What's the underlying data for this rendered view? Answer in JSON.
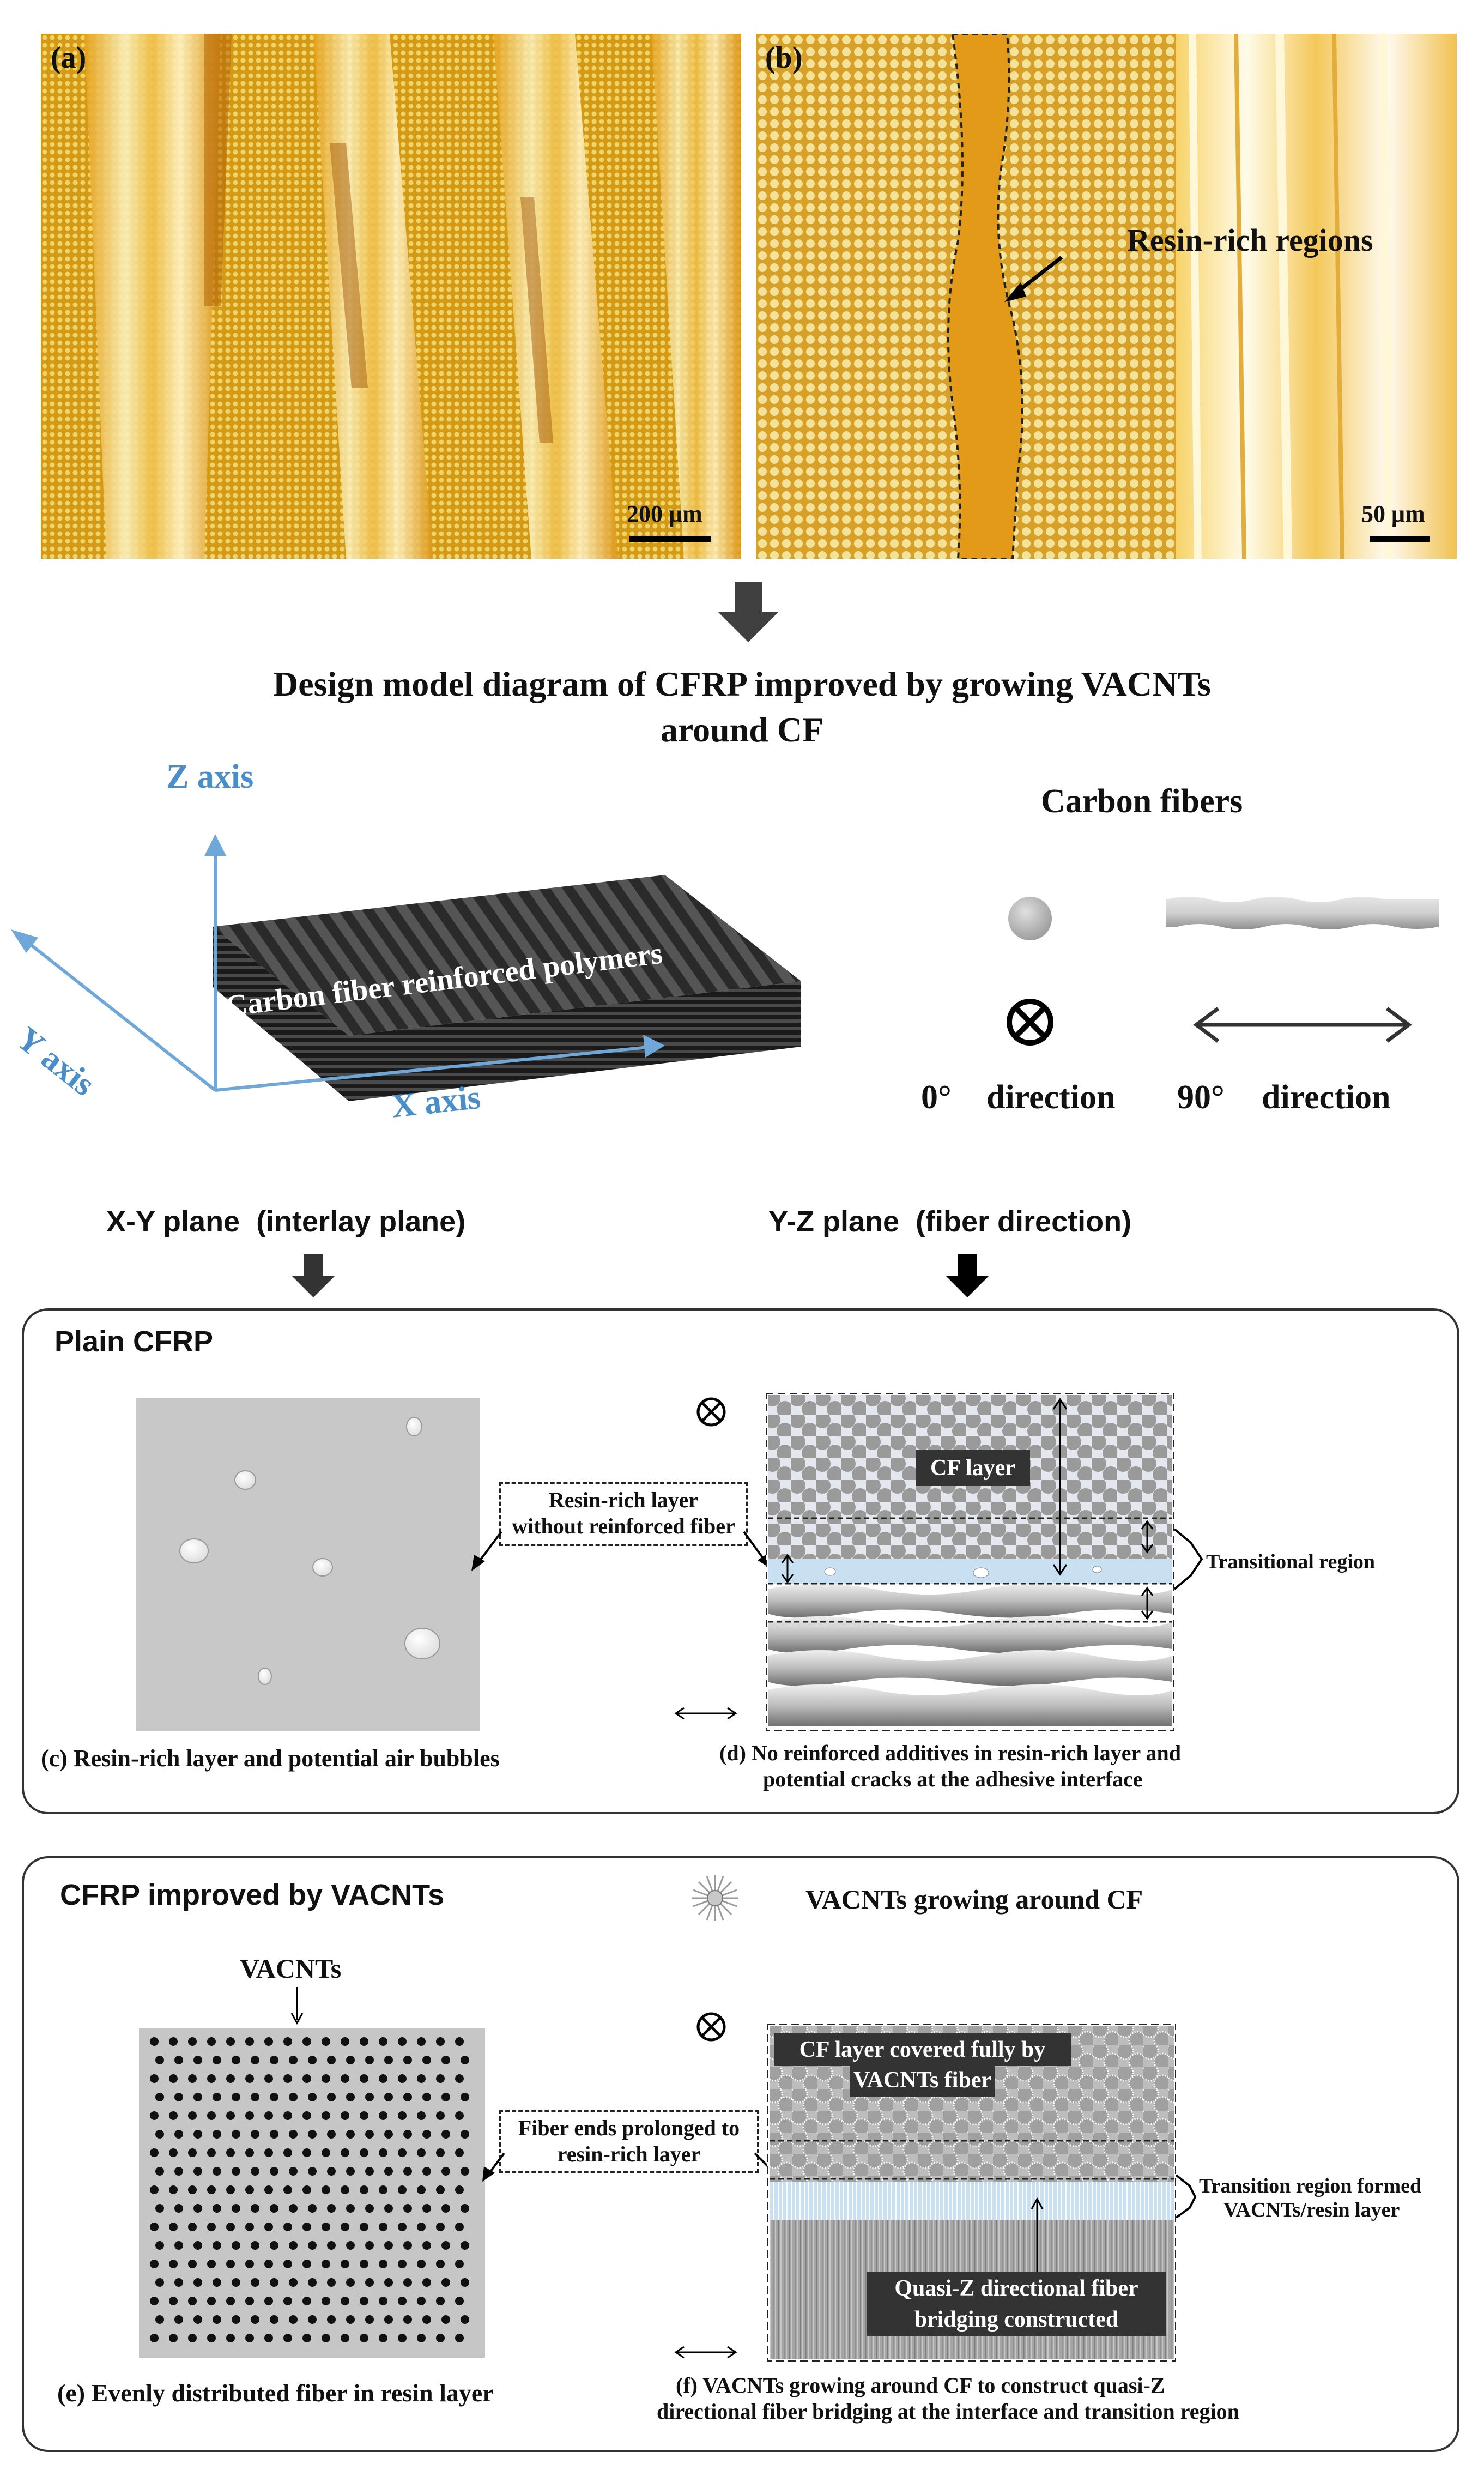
{
  "micrographs": {
    "a": {
      "label": "(a)",
      "scale": "200 μm"
    },
    "b": {
      "label": "(b)",
      "scale": "50 μm",
      "annotation": "Resin-rich regions"
    }
  },
  "design_title_line1": "Design model diagram of CFRP improved by growing VACNTs",
  "design_title_line2": "around CF",
  "axes": {
    "z": "Z axis",
    "y": "Y axis",
    "x": "X axis",
    "block_label": "Carbon fiber reinforced polymers"
  },
  "legend": {
    "title": "Carbon fibers",
    "dir0_deg": "0°",
    "dir0_word": "direction",
    "dir90_deg": "90°",
    "dir90_word": "direction"
  },
  "planes": {
    "xy": "X-Y plane  (interlay plane)",
    "yz": "Y-Z plane  (fiber direction)"
  },
  "plain": {
    "title": "Plain CFRP",
    "callout_line1": "Resin-rich layer",
    "callout_line2": "without reinforced fiber",
    "cf_layer": "CF layer",
    "transitional": "Transitional region",
    "caption_c": "(c) Resin-rich layer and potential air bubbles",
    "caption_d_line1": "(d) No reinforced additives in resin-rich layer and",
    "caption_d_line2": "potential cracks at the adhesive interface"
  },
  "improved": {
    "title": "CFRP improved by VACNTs",
    "legend_text": "VACNTs growing around CF",
    "vacnts_label": "VACNTs",
    "callout_line1": "Fiber ends prolonged to",
    "callout_line2": "resin-rich layer",
    "cf_cover_line1": "CF layer covered fully by",
    "cf_cover_line2": "VACNTs fiber",
    "transition_line1": "Transition region formed",
    "transition_line2": "VACNTs/resin layer",
    "quasi_line1": "Quasi-Z directional fiber",
    "quasi_line2": "bridging constructed",
    "caption_e": "(e) Evenly distributed fiber in resin layer",
    "caption_f_line1": "(f) VACNTs growing around CF to construct quasi-Z",
    "caption_f_line2": "directional fiber bridging at the interface and transition region"
  }
}
